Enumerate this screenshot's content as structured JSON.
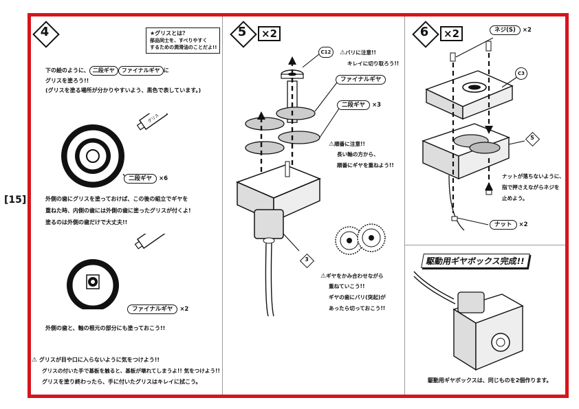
{
  "page_number": "[15]",
  "step4": {
    "number": "4",
    "note_title": "★グリスとは？",
    "note_line1": "部品同士を、すべりやすく",
    "note_line2": "するための潤滑油のことだよ!!",
    "intro_prefix": "下の絵のように、",
    "gear_a": "二段ギヤ",
    "gear_b": "ファイナルギヤ",
    "intro_suffix": "に",
    "line2": "グリスを塗ろう!!",
    "line3": "(グリスを塗る場所が分かりやすいよう、黒色で表しています。)",
    "tube_label": "グリス",
    "label1": "二段ギヤ",
    "label1_qty": "×6",
    "para1": "外側の歯にグリスを塗っておけば、この後の組立でギヤを",
    "para2": "重ねた時、内側の歯には外側の歯に塗ったグリスが付くよ!",
    "para3": "塗るのは外側の歯だけで大丈夫!!",
    "label2": "ファイナルギヤ",
    "label2_qty": "×2",
    "para4": "外側の歯と、軸の根元の部分にも塗っておこう!!",
    "warn1": "グリスが目や口に入らないように気をつけよう!!",
    "warn2": "グリスの付いた手で基板を触ると、基板が壊れてしまうよ!! 気をつけよう!!",
    "warn3": "グリスを塗り終わったら、手に付いたグリスはキレイに拭こう。"
  },
  "step5": {
    "number": "5",
    "multiplier": "×2",
    "c12": "C12",
    "burr_note1": "バリに注意!!",
    "burr_note2": "キレイに切り取ろう!!",
    "final_gear": "ファイナルギヤ",
    "two_stage": "二段ギヤ",
    "two_stage_qty": "×3",
    "order1": "順番に注意!!",
    "order2": "長い軸の方から、",
    "order3": "順番にギヤを重ねよう!!",
    "callout3": "3",
    "mesh1": "ギヤをかみ合わせながら",
    "mesh2": "重ねていこう!!",
    "mesh3": "ギヤの歯にバリ(突起)が",
    "mesh4": "あったら切っておこう!!"
  },
  "step6": {
    "number": "6",
    "multiplier": "×2",
    "screw": "ネジ(S)",
    "screw_qty": "×2",
    "c3": "C3",
    "callout5": "5",
    "nut_note1": "ナットが落ちないように、",
    "nut_note2": "指で押さえながらネジを",
    "nut_note3": "止めよう。",
    "nut": "ナット",
    "nut_qty": "×2"
  },
  "complete": {
    "title": "駆動用ギヤボックス完成!!",
    "caption": "駆動用ギヤボックスは、同じものを2個作ります。"
  },
  "colors": {
    "frame": "#d8141b",
    "ink": "#111111",
    "divider": "#9a9a9a"
  }
}
